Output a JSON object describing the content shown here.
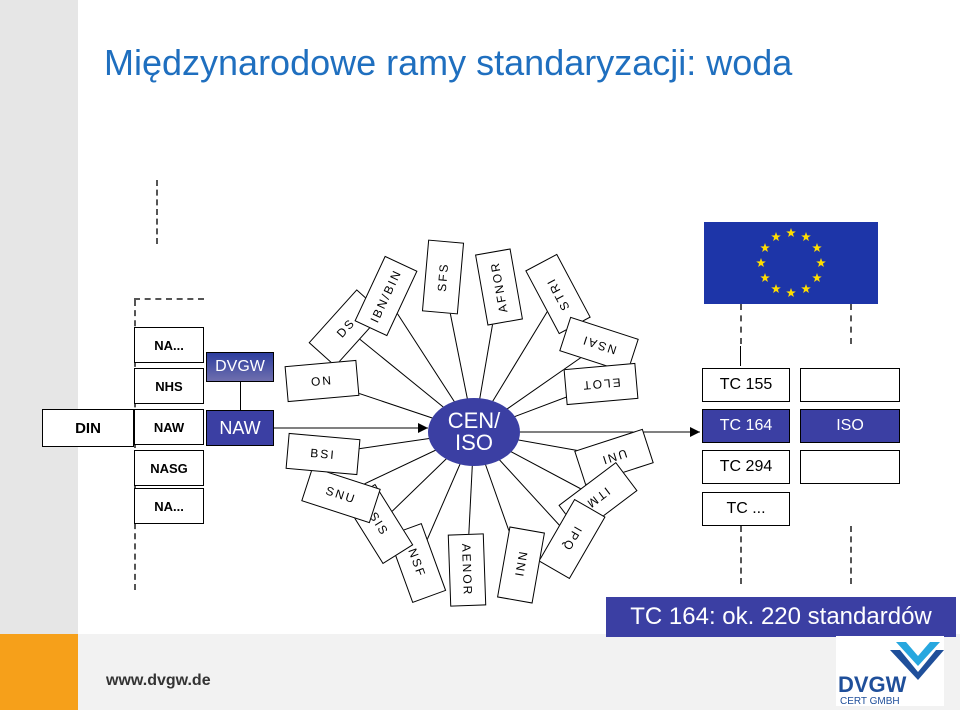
{
  "slide": {
    "title": "Międzynarodowe ramy standaryzacji: woda",
    "website": "www.dvgw.de",
    "banner": "TC 164: ok. 220 standardów"
  },
  "left": {
    "din": "DIN",
    "na_top": "NA...",
    "nhs": "NHS",
    "naw": "NAW",
    "nasg": "NASG",
    "na_bottom": "NA...",
    "dvgw": "DVGW",
    "naw_blue": "NAW"
  },
  "center": {
    "cen_line1": "CEN/",
    "cen_line2": "ISO",
    "petals": [
      "DS",
      "IBN/BIN",
      "SFS",
      "AFNOR",
      "STRI",
      "NSAI",
      "ELOT",
      "UNI",
      "ITM",
      "IPQ",
      "NNI",
      "AENOR",
      "NSF",
      "SIS",
      "SNU",
      "BSI",
      "ON"
    ]
  },
  "right": {
    "tc155": "TC 155",
    "tc164": "TC 164",
    "tc294": "TC 294",
    "tc_more": "TC ...",
    "iso": "ISO"
  },
  "logo": {
    "name": "DVGW",
    "sub": "CERT GMBH",
    "colors": {
      "blue": "#1f4f9a",
      "cyan": "#27a7df"
    }
  },
  "colors": {
    "title": "#1f6fbf",
    "accent_blue": "#3b3fa3",
    "orange": "#f6a01a",
    "eu_blue": "#1d35a8",
    "eu_star": "#ffdd00"
  }
}
